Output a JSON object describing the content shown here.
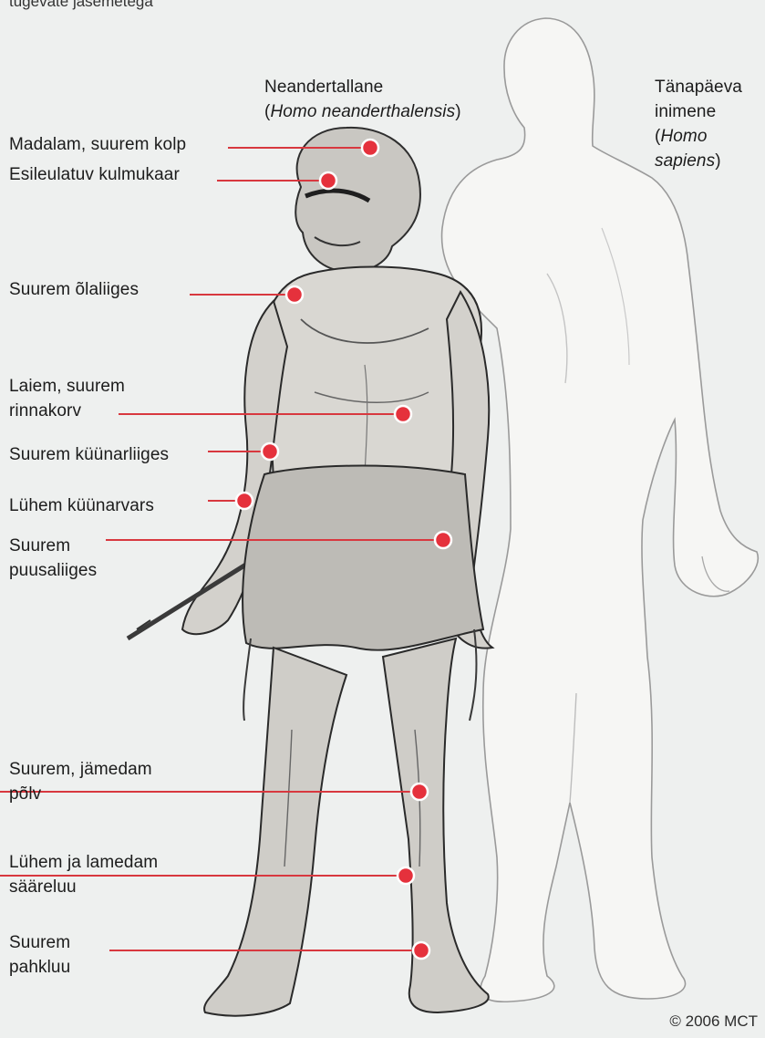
{
  "top_fragment": "tugevate jäsemetega",
  "neanderthal_title": {
    "line1": "Neandertallane",
    "open": "(",
    "latin": "Homo neanderthalensis",
    "close": ")"
  },
  "modern_title": {
    "line1": "Tänapäeva",
    "line2": "inimene",
    "open": "(",
    "latin1": "Homo",
    "latin2": "sapiens",
    "close": ")"
  },
  "labels": [
    {
      "lines": [
        "Madalam, suurem kolp"
      ]
    },
    {
      "lines": [
        "Esileulatuv kulmukaar"
      ]
    },
    {
      "lines": [
        "Suurem õlaliiges"
      ]
    },
    {
      "lines": [
        "Laiem, suurem",
        "rinnakorv"
      ]
    },
    {
      "lines": [
        "Suurem küünarliiges"
      ]
    },
    {
      "lines": [
        "Lühem küünarvars"
      ]
    },
    {
      "lines": [
        "Suurem",
        "puusaliiges"
      ]
    },
    {
      "lines": [
        "Suurem, jämedam",
        "põlv"
      ]
    },
    {
      "lines": [
        "Lühem ja lamedam",
        "sääreluu"
      ]
    },
    {
      "lines": [
        "Suurem",
        "pahkluu"
      ]
    }
  ],
  "credit": "© 2006 MCT",
  "colors": {
    "leader": "#d8383f",
    "dot": "#e5313c",
    "background": "#eef0ef",
    "sketch": "#4a4a4a",
    "modern_human": "#f4f4f2"
  }
}
